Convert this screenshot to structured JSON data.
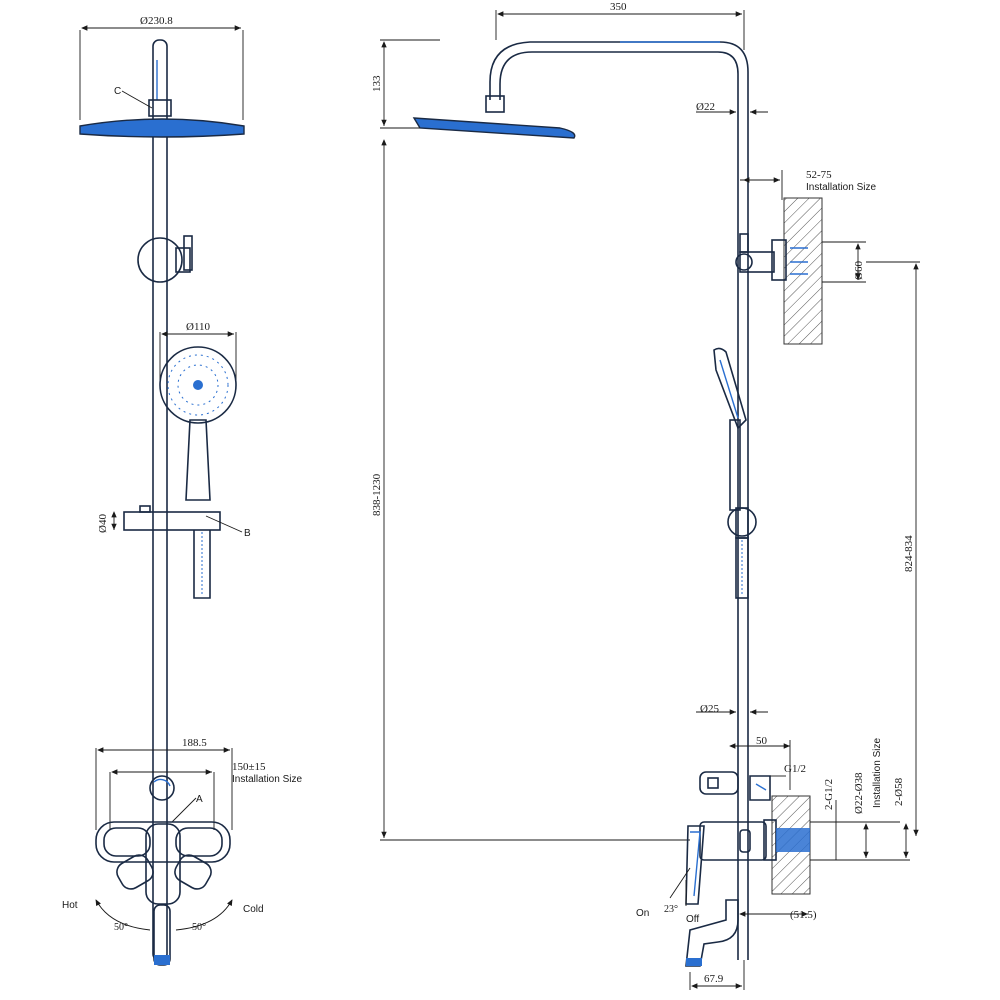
{
  "front_view": {
    "dims": {
      "head_diameter": "Ø230.8",
      "hand_shower_diameter": "Ø110",
      "slider_diameter": "Ø40",
      "width_188": "188.5",
      "install_150": "150±15",
      "install_label": "Installation Size"
    },
    "labels": {
      "c": "C",
      "b": "B",
      "a": "A",
      "hot": "Hot",
      "cold": "Cold",
      "angle_left": "50°",
      "angle_right": "50°"
    }
  },
  "side_view": {
    "dims": {
      "arm_length": "350",
      "head_offset": "133",
      "pipe_upper": "Ø22",
      "bracket_range": "52-75",
      "bracket_label": "Installation Size",
      "bracket_diameter": "Ø60",
      "total_height": "838-1230",
      "bracket_height": "824-834",
      "pipe_lower": "Ø25",
      "depth_50": "50",
      "thread_g12": "G1/2",
      "thread_2g12": "2-G1/2",
      "pipe_range": "Ø22-Ø38",
      "mount_label": "Installation Size",
      "flange": "2-Ø58",
      "lever_angle": "23°",
      "on": "On",
      "off": "Off",
      "spout_51": "(51.5)",
      "spout_67": "67.9"
    }
  }
}
